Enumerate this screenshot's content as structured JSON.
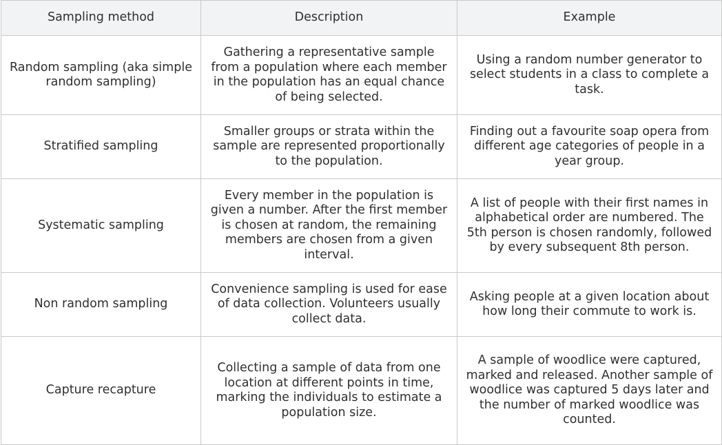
{
  "table": {
    "headers": [
      "Sampling method",
      "Description",
      "Example"
    ],
    "rows": [
      {
        "method": "Random sampling (aka simple random sampling)",
        "description": "Gathering a representative sample from a population where each member in the population has an equal chance of being selected.",
        "example": "Using a random number generator to select students in a class to complete a task."
      },
      {
        "method": "Stratified sampling",
        "description": "Smaller groups or strata within the sample are represented proportionally to the population.",
        "example": "Finding out a favourite soap opera from different age categories of people in a year group."
      },
      {
        "method": "Systematic sampling",
        "description": "Every member in the population is given a number. After the first member is chosen at random, the remaining members are chosen from a given interval.",
        "example": "A list of people with their first names in alphabetical order are numbered. The 5th person is chosen randomly, followed by every subsequent 8th person."
      },
      {
        "method": "Non random sampling",
        "description": "Convenience sampling is used for ease of data collection. Volunteers usually collect data.",
        "example": "Asking people at a given location about how long their commute to work is."
      },
      {
        "method": "Capture recapture",
        "description": "Collecting a sample of data from one location at different points in time, marking the individuals to estimate a population size.",
        "example": "A sample of woodlice were captured, marked and released. Another sample of woodlice was captured 5 days later and the number of marked woodlice was counted."
      }
    ]
  }
}
